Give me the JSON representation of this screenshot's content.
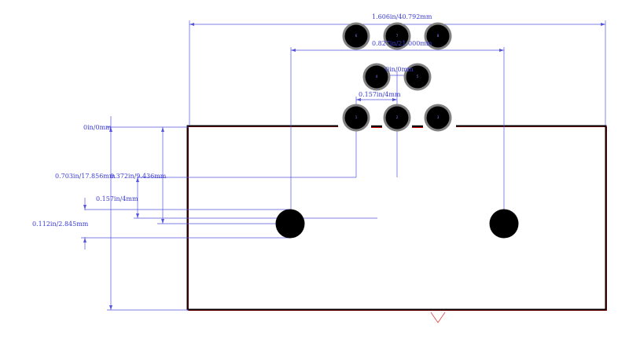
{
  "colors": {
    "dimension": "#5555dd",
    "dimension_text": "#3a3ad8",
    "outline": "#000000",
    "outline_edge": "#cc0000",
    "pad_ring": "#808080",
    "pad_fill": "#000000",
    "marker": "#dd4444",
    "background": "#ffffff"
  },
  "dimensions": {
    "overall_width": "1.606in/40.792mm",
    "mount_spacing": "0.827in/21.000mm",
    "row_offset": "0in/0mm",
    "pin_pitch": "0.157in/4mm",
    "top_reference": "0in/0mm",
    "depth_to_pins": "0.703in/17.856mm",
    "depth_to_hole": "0.372in/9.436mm",
    "hole_offset": "0.157in/4mm",
    "hole_size": "0.112in/2.845mm"
  },
  "pins": [
    {
      "id": "1",
      "label": "1"
    },
    {
      "id": "2",
      "label": "2"
    },
    {
      "id": "3",
      "label": "3"
    },
    {
      "id": "4",
      "label": "4"
    },
    {
      "id": "5",
      "label": "5"
    },
    {
      "id": "6",
      "label": "6"
    },
    {
      "id": "7",
      "label": "7"
    },
    {
      "id": "8",
      "label": "8"
    }
  ],
  "mounting_holes": [
    {
      "id": "left"
    },
    {
      "id": "right"
    }
  ]
}
